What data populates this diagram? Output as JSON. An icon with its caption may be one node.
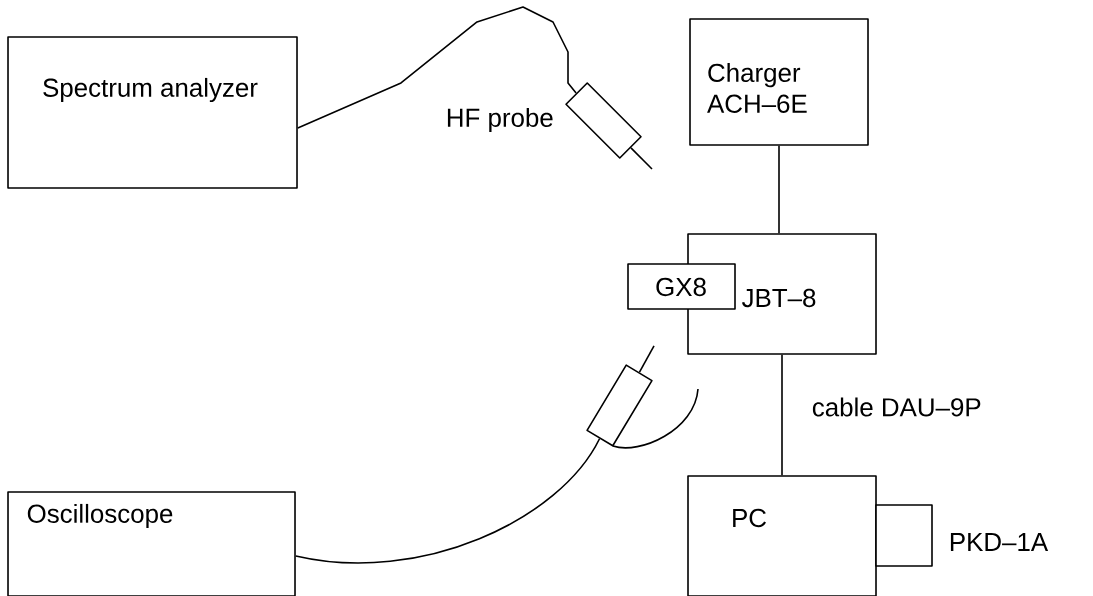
{
  "diagram": {
    "nodes": [
      {
        "text": [
          "Spectrum analyzer"
        ]
      },
      {
        "text": [
          "Charger ACH–6E"
        ]
      },
      {
        "text": [
          "JBT–8"
        ]
      },
      {
        "text": [
          "GX8"
        ]
      },
      {
        "text": [
          "PC"
        ]
      },
      {
        "text": [],
        "shape": "box",
        "beside": [
          "PKD–1A"
        ]
      },
      {
        "text": [
          "Oscilloscope"
        ]
      },
      {
        "text": [],
        "shape": "picture",
        "beside": [
          "HF probe"
        ]
      },
      {
        "text": [],
        "shape": "picture"
      }
    ],
    "edges": [
      {
        "from": 0,
        "to": 7,
        "arrow": "none"
      },
      {
        "from": 1,
        "to": 2,
        "arrow": "none"
      },
      {
        "from": 2,
        "to": 4,
        "arrow": "none",
        "label": "cable DAU–9P"
      },
      {
        "from": 6,
        "to": 8,
        "arrow": "none"
      }
    ]
  }
}
